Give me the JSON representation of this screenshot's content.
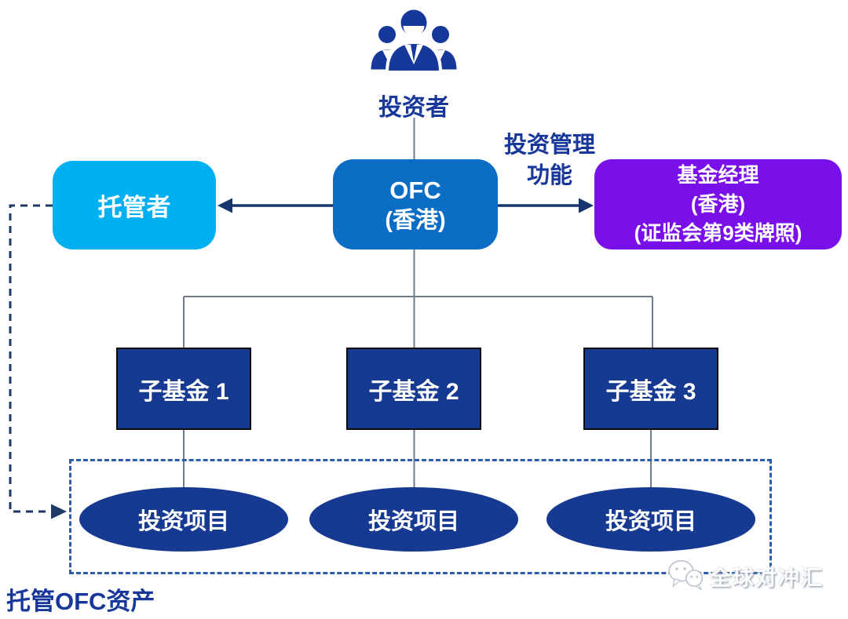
{
  "diagram": {
    "investors": {
      "label": "投资者"
    },
    "ofc": {
      "line1": "OFC",
      "line2": "(香港)"
    },
    "custodian": {
      "label": "托管者"
    },
    "fund_manager": {
      "line1": "基金经理",
      "line2": "(香港)",
      "line3": "(证监会第9类牌照)"
    },
    "management_function": {
      "line1": "投资管理",
      "line2": "功能"
    },
    "subfunds": [
      {
        "label": "子基金 1"
      },
      {
        "label": "子基金 2"
      },
      {
        "label": "子基金 3"
      }
    ],
    "projects": [
      {
        "label": "投资项目"
      },
      {
        "label": "投资项目"
      },
      {
        "label": "投资项目"
      }
    ],
    "custody_caption": "托管OFC资产",
    "watermark": {
      "label": "全球对冲汇"
    },
    "colors": {
      "navy": "#163992",
      "ofc_blue": "#0b6dc4",
      "cyan": "#00b0f0",
      "purple": "#7a10e9",
      "label_blue": "#17379b",
      "connector_gray": "#6e7b8e",
      "dash_dark_navy": "#1f3a66",
      "dash_blue": "#2d5cad"
    }
  }
}
